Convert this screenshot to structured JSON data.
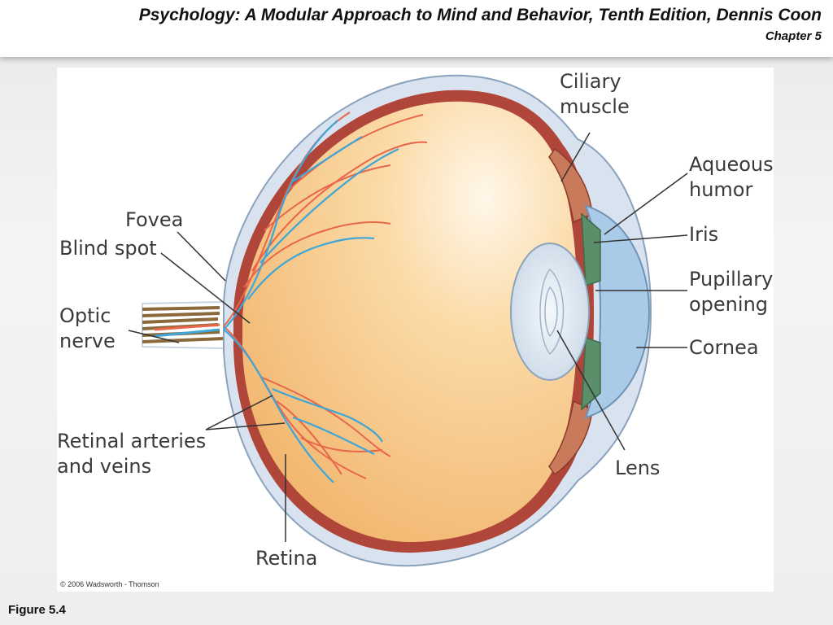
{
  "slide": {
    "title": "Psychology: A Modular Approach to Mind and Behavior, Tenth Edition, Dennis Coon",
    "chapter": "Chapter 5",
    "figure_caption": "Figure 5.4"
  },
  "diagram": {
    "labels": {
      "ciliary_muscle": [
        "Ciliary",
        "muscle"
      ],
      "aqueous_humor": [
        "Aqueous",
        "humor"
      ],
      "iris": "Iris",
      "pupillary_opening": [
        "Pupillary",
        "opening"
      ],
      "cornea": "Cornea",
      "lens": "Lens",
      "retina": "Retina",
      "fovea": "Fovea",
      "blind_spot": "Blind spot",
      "optic_nerve": [
        "Optic",
        "nerve"
      ],
      "retinal_vessels": [
        "Retinal arteries",
        "and veins"
      ]
    },
    "copyright": "© 2006 Wadsworth - Thomson"
  },
  "colors": {
    "vitreous": "#f7c98a",
    "sclera": "#d9e3ef",
    "choroid": "#b0453a",
    "artery": "#e8664a",
    "vein": "#3fa6d8",
    "lens": "#e3ecf5",
    "cornea": "#a9cbe8",
    "label_text": "#3a3a3a"
  }
}
